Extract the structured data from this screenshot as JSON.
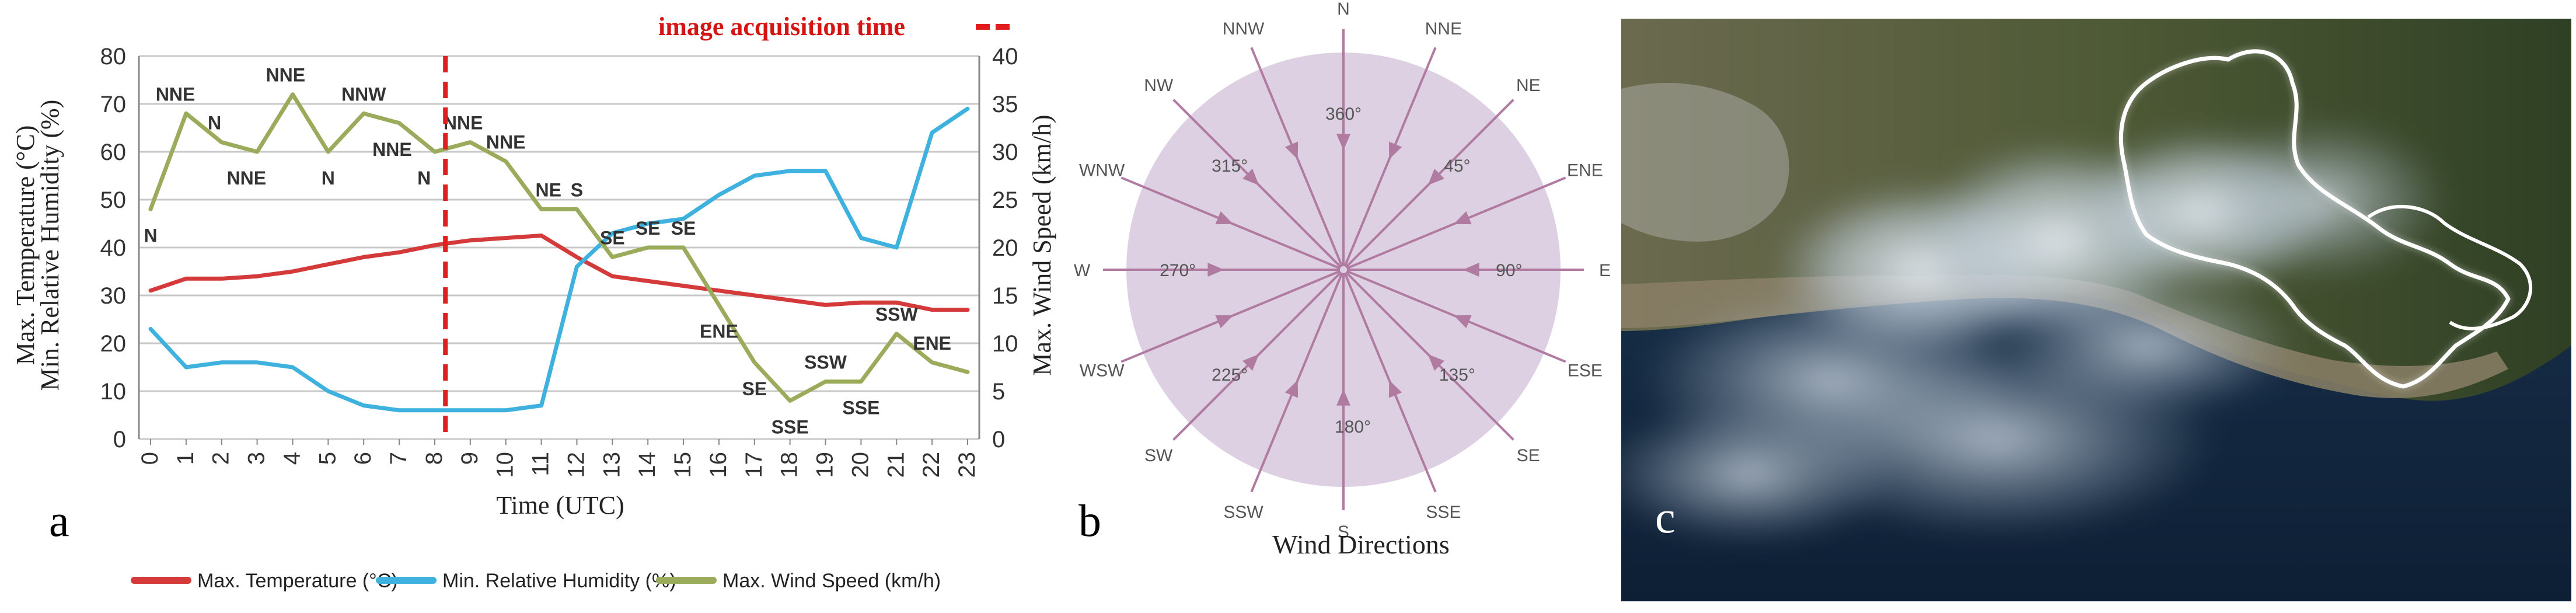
{
  "panel_a": {
    "letter": "a",
    "annotation": "image acquisition time",
    "left_axis_label_1": "Max. Temperature (°C)",
    "left_axis_label_2": "Min. Relative Humidity (%)",
    "right_axis_label": "Max. Wind Speed (km/h)",
    "x_axis_label": "Time (UTC)"
  },
  "chart_data": {
    "type": "line",
    "x": [
      0,
      1,
      2,
      3,
      4,
      5,
      6,
      7,
      8,
      9,
      10,
      11,
      12,
      13,
      14,
      15,
      16,
      17,
      18,
      19,
      20,
      21,
      22,
      23
    ],
    "xlabel": "Time (UTC)",
    "ylabel": "Max. Temperature (°C) / Min. Relative Humidity (%)",
    "ylim": [
      0,
      80
    ],
    "y2label": "Max. Wind Speed (km/h)",
    "y2lim": [
      0,
      40
    ],
    "x_ticks": [
      "0",
      "1",
      "2",
      "3",
      "4",
      "5",
      "6",
      "7",
      "8",
      "9",
      "10",
      "11",
      "12",
      "13",
      "14",
      "15",
      "16",
      "17",
      "18",
      "19",
      "20",
      "21",
      "22",
      "23"
    ],
    "y_ticks": [
      "0",
      "10",
      "20",
      "30",
      "40",
      "50",
      "60",
      "70",
      "80"
    ],
    "y2_ticks": [
      "0",
      "5",
      "10",
      "15",
      "20",
      "25",
      "30",
      "35",
      "40"
    ],
    "grid": true,
    "marker_time": 8.3,
    "legend_position": "bottom",
    "series": [
      {
        "name": "Max. Temperature (°C)",
        "axis": "left",
        "color": "#d43a3a",
        "values": [
          31,
          33.5,
          33.5,
          34,
          35,
          36.5,
          38,
          39,
          40.5,
          41.5,
          42,
          42.5,
          38,
          34,
          33,
          32,
          31,
          30,
          29,
          28,
          28.5,
          28.5,
          27,
          27
        ]
      },
      {
        "name": "Min. Relative Humidity (%)",
        "axis": "left",
        "color": "#3fb1de",
        "values": [
          23,
          15,
          16,
          16,
          15,
          10,
          7,
          6,
          6,
          6,
          6,
          7,
          36,
          43,
          45,
          46,
          51,
          55,
          56,
          56,
          42,
          40,
          64,
          69
        ]
      },
      {
        "name": "Max. Wind Speed (km/h)",
        "axis": "right",
        "color": "#9aab5b",
        "values": [
          24,
          34,
          31,
          30,
          36,
          30,
          34,
          33,
          30,
          31,
          29,
          24,
          24,
          19,
          20,
          20,
          14,
          8,
          4,
          6,
          6,
          11,
          8,
          7
        ]
      }
    ],
    "wind_directions": [
      {
        "x": 0,
        "label": "N"
      },
      {
        "x": 0.7,
        "label": "NNE"
      },
      {
        "x": 1.8,
        "label": "N"
      },
      {
        "x": 2.7,
        "label": "NNE"
      },
      {
        "x": 3.8,
        "label": "NNE"
      },
      {
        "x": 5,
        "label": "N"
      },
      {
        "x": 6,
        "label": "NNW"
      },
      {
        "x": 6.8,
        "label": "NNE"
      },
      {
        "x": 7.7,
        "label": "N"
      },
      {
        "x": 8.8,
        "label": "NNE"
      },
      {
        "x": 10,
        "label": "NNE"
      },
      {
        "x": 11.2,
        "label": "NE"
      },
      {
        "x": 12,
        "label": "S"
      },
      {
        "x": 13,
        "label": "SE"
      },
      {
        "x": 14,
        "label": "SE"
      },
      {
        "x": 15,
        "label": "SE"
      },
      {
        "x": 16,
        "label": "ENE"
      },
      {
        "x": 17,
        "label": "SE"
      },
      {
        "x": 18,
        "label": "SSE"
      },
      {
        "x": 19,
        "label": "SSW"
      },
      {
        "x": 20,
        "label": "SSE"
      },
      {
        "x": 21,
        "label": "SSW"
      },
      {
        "x": 22,
        "label": "ENE"
      }
    ]
  },
  "panel_b": {
    "letter": "b",
    "title": "Wind Directions",
    "directions": [
      "N",
      "NNE",
      "NE",
      "ENE",
      "E",
      "ESE",
      "SE",
      "SSE",
      "S",
      "SSW",
      "SW",
      "WSW",
      "W",
      "WNW",
      "NW",
      "NNW"
    ],
    "degrees": [
      "360°",
      "45°",
      "90°",
      "135°",
      "180°",
      "225°",
      "270°",
      "315°"
    ],
    "fill_color": "#dcd0e2",
    "arrow_color": "#b07aa1"
  },
  "panel_c": {
    "letter": "c"
  }
}
